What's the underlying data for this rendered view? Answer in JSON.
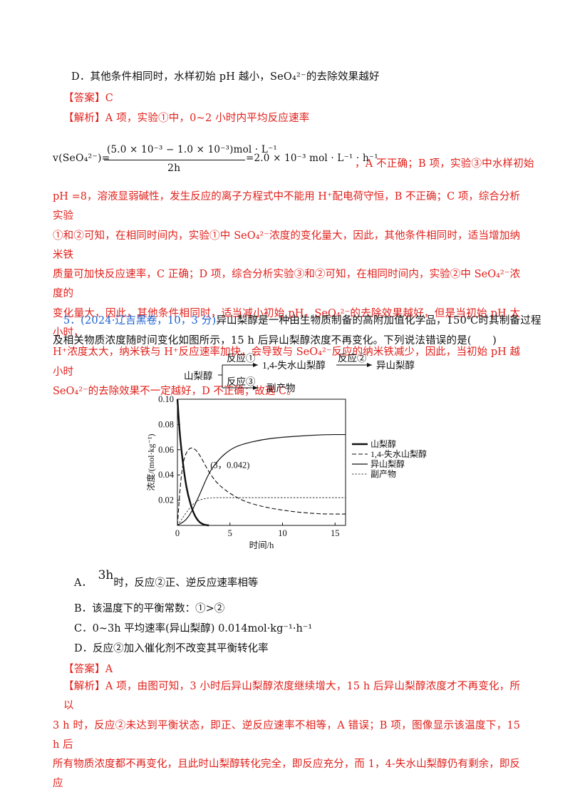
{
  "option_d_prev": "D．其他条件相同时，水样初始 pH 越小，SeO₄²⁻的去除效果越好",
  "answer_label_1": "【答案】C",
  "analysis_label_1": "【解析】A 项，实验①中，0~2 小时内平均反应速率",
  "formula": {
    "lhs": "v(SeO₄²⁻)=",
    "numerator": "(5.0 × 10⁻³ − 1.0 × 10⁻³)mol · L⁻¹",
    "denominator": "2h",
    "rhs": "=2.0 × 10⁻³ mol · L⁻¹ · h⁻¹",
    "tail": "，A 不正确；B 项，实验③中水样初始"
  },
  "analysis_1_lines": [
    "pH =8，溶液显弱碱性，发生反应的离子方程式中不能用 H⁺配电荷守恒，B 不正确；C 项，综合分析实验",
    "①和②可知，在相同时间内，实验①中 SeO₄²⁻浓度的变化量大，因此，其他条件相同时，适当增加纳米铁",
    "质量可加快反应速率，C 正确；D 项，综合分析实验③和②可知，在相同时间内，实验②中 SeO₄²⁻浓度的",
    "变化量大，因此，其他条件相同时，适当减小初始 pH，SeO₄²⁻的去除效果越好，但是当初始 pH 太小时，",
    "H⁺浓度太大，纳米铁与 H⁺反应速率加快，会导致与 SeO₄²⁻反应的纳米铁减少，因此，当初始 pH 越小时",
    "SeO₄²⁻的去除效果不一定越好，D 不正确；故选 C。"
  ],
  "q5_number": "5．",
  "q5_source": "(2024·辽吉黑卷，10，3 分)",
  "q5_line1": "异山梨醇是一种由生物质制备的高附加值化学品，150℃时其制备过程",
  "q5_line2": "及相关物质浓度随时间变化如图所示，15 h 后异山梨醇浓度不再变化。下列说法错误的是(　　)",
  "scheme": {
    "start": "山梨醇",
    "r1": "反应①",
    "p1": "1,4-失水山梨醇",
    "r2": "反应②",
    "p2": "异山梨醇",
    "r3": "反应③",
    "p3": "副产物"
  },
  "chart_data": {
    "type": "line",
    "xlabel": "时间/h",
    "ylabel": "浓度/(mol·kg⁻¹)",
    "xlim": [
      0,
      16
    ],
    "ylim": [
      0,
      0.1
    ],
    "xticks": [
      "0",
      "5",
      "10",
      "15"
    ],
    "yticks": [
      "0",
      "0.02",
      "0.04",
      "0.06",
      "0.08",
      "0.10"
    ],
    "annotation": "(3，0.042)",
    "series": [
      {
        "name": "山梨醇",
        "style": "thick-solid",
        "x": [
          0,
          0.2,
          0.4,
          0.7,
          1.0,
          1.5,
          2.0,
          2.5,
          3.0
        ],
        "y": [
          0.1,
          0.075,
          0.058,
          0.038,
          0.024,
          0.01,
          0.003,
          0.0005,
          0
        ]
      },
      {
        "name": "1,4-失水山梨醇",
        "style": "dashed",
        "x": [
          0,
          0.3,
          0.6,
          1.0,
          1.4,
          2.0,
          3.0,
          4.0,
          6.0,
          8.0,
          10.0,
          12.0,
          14.0,
          16.0
        ],
        "y": [
          0,
          0.035,
          0.053,
          0.06,
          0.062,
          0.058,
          0.042,
          0.031,
          0.02,
          0.015,
          0.012,
          0.01,
          0.009,
          0.009
        ]
      },
      {
        "name": "异山梨醇",
        "style": "solid",
        "x": [
          0,
          1.0,
          2.0,
          3.0,
          4.0,
          5.0,
          6.0,
          8.0,
          10.0,
          12.0,
          14.0,
          16.0
        ],
        "y": [
          0,
          0.005,
          0.022,
          0.042,
          0.053,
          0.06,
          0.064,
          0.068,
          0.07,
          0.071,
          0.072,
          0.072
        ]
      },
      {
        "name": "副产物",
        "style": "thin-dashed",
        "x": [
          0,
          0.5,
          1.0,
          1.5,
          2.0,
          3.0,
          5.0,
          10.0,
          16.0
        ],
        "y": [
          0,
          0.006,
          0.012,
          0.017,
          0.02,
          0.022,
          0.022,
          0.022,
          0.022
        ]
      }
    ]
  },
  "options": {
    "a_head": "A．",
    "a_big": "3h",
    "a_text": "时，反应②正、逆反应速率相等",
    "b": "B．该温度下的平衡常数：①>②",
    "c": "C．0~3h 平均速率(异山梨醇) 0.014mol·kg⁻¹·h⁻¹",
    "d": "D．反应②加入催化剂不改变其平衡转化率"
  },
  "answer_label_2": "【答案】A",
  "analysis_2_lines": [
    "【解析】A 项，由图可知，3 小时后异山梨醇浓度继续增大，15 h 后异山梨醇浓度才不再变化，所以",
    "3 h 时，反应②未达到平衡状态，即正、逆反应速率不相等，A 错误；B 项，图像显示该温度下，15 h 后",
    "所有物质浓度都不再变化，且此时山梨醇转化完全，即反应充分，而 1，4-失水山梨醇仍有剩余，即反应"
  ]
}
